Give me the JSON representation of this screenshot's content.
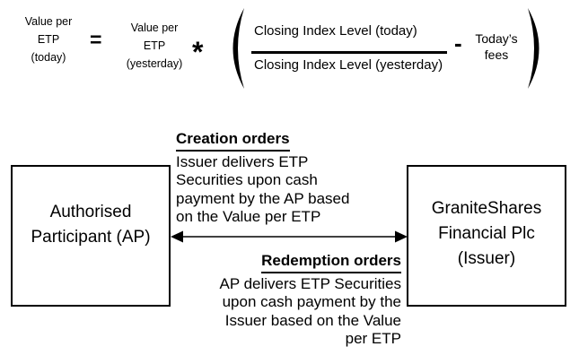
{
  "formula": {
    "lhs": {
      "lines": [
        "Value per",
        "ETP",
        "(today)"
      ]
    },
    "equals": "=",
    "prev_value": {
      "lines": [
        "Value per",
        "ETP",
        "(yesterday)"
      ]
    },
    "multiply_sign": "*",
    "open_paren": "(",
    "fraction": {
      "numerator": "Closing Index Level (today)",
      "denominator": "Closing Index Level (yesterday)"
    },
    "minus_sign": "-",
    "fees": {
      "lines": [
        "Today’s",
        "fees"
      ]
    },
    "close_paren": ")"
  },
  "flow": {
    "left_box": {
      "lines": [
        "Authorised",
        "Participant (AP)"
      ]
    },
    "right_box": {
      "lines": [
        "GraniteShares",
        "Financial Plc",
        "(Issuer)"
      ]
    },
    "creation": {
      "title": "Creation orders",
      "body_lines": [
        "Issuer delivers ETP",
        "Securities upon cash",
        "payment by the AP based",
        "on the Value per ETP"
      ]
    },
    "redemption": {
      "title": "Redemption orders",
      "body_lines": [
        "AP delivers ETP Securities",
        "upon cash payment by the",
        "Issuer based on the Value",
        "per ETP"
      ]
    }
  },
  "colors": {
    "ink": "#000000",
    "background": "#ffffff"
  }
}
